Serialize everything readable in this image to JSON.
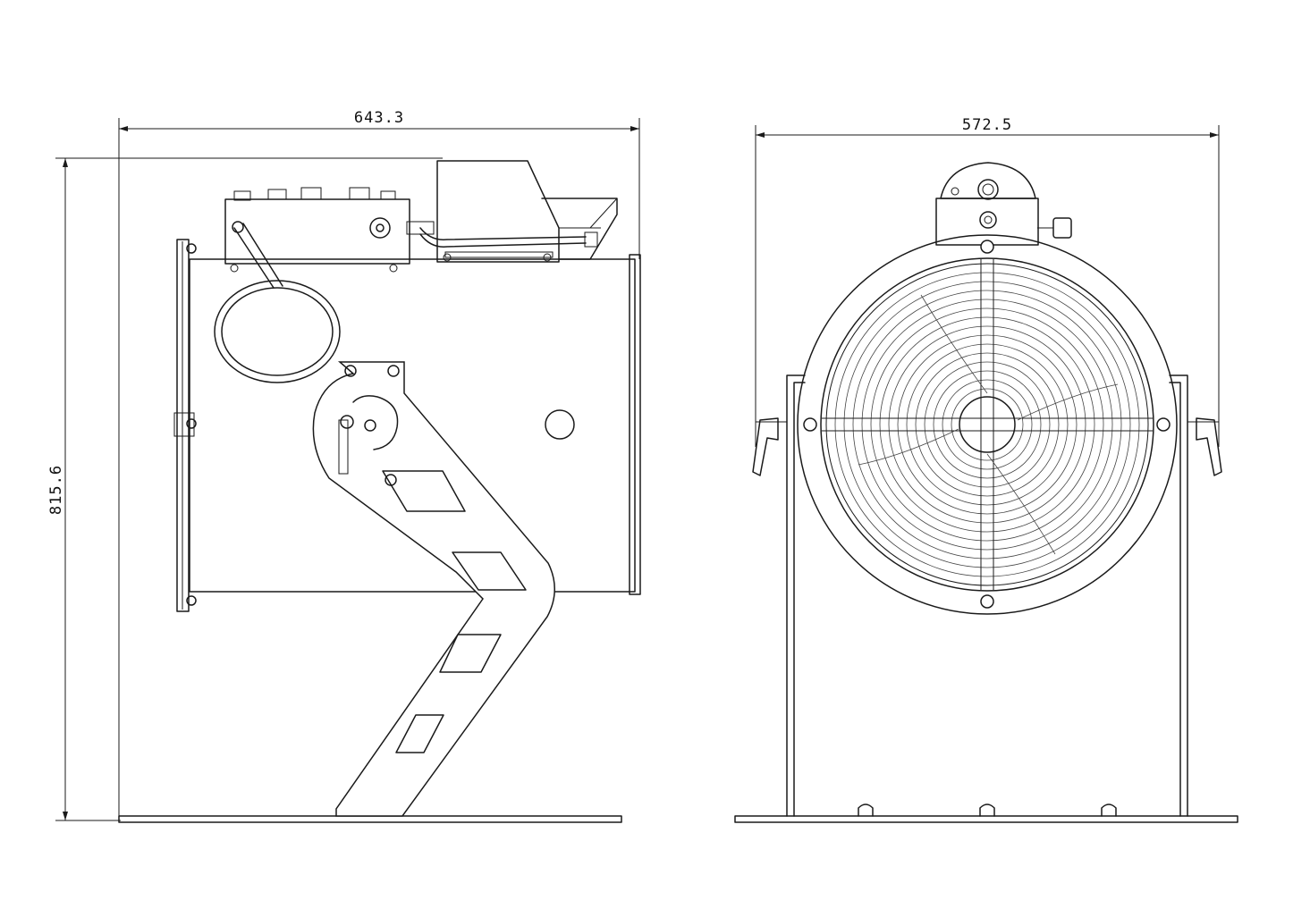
{
  "dimensions": {
    "side_width": "643.3",
    "front_width": "572.5",
    "height": "815.6"
  }
}
